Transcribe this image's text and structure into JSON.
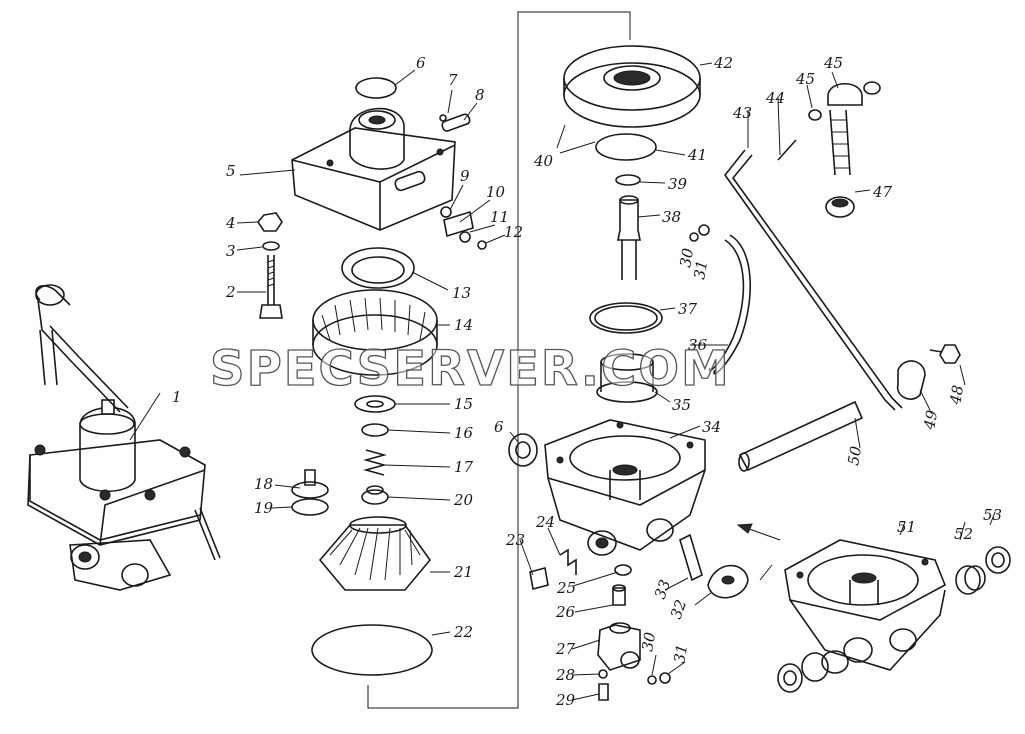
{
  "watermark": "SPECSERVER.COM",
  "labels": [
    "1",
    "2",
    "3",
    "4",
    "5",
    "6",
    "7",
    "8",
    "9",
    "10",
    "11",
    "12",
    "13",
    "14",
    "15",
    "16",
    "17",
    "18",
    "19",
    "20",
    "21",
    "22",
    "23",
    "24",
    "25",
    "26",
    "27",
    "28",
    "29",
    "30",
    "31",
    "32",
    "33",
    "34",
    "35",
    "36",
    "37",
    "38",
    "39",
    "40",
    "41",
    "42",
    "43",
    "44",
    "45",
    "47",
    "48",
    "49",
    "50",
    "51",
    "52",
    "53"
  ]
}
